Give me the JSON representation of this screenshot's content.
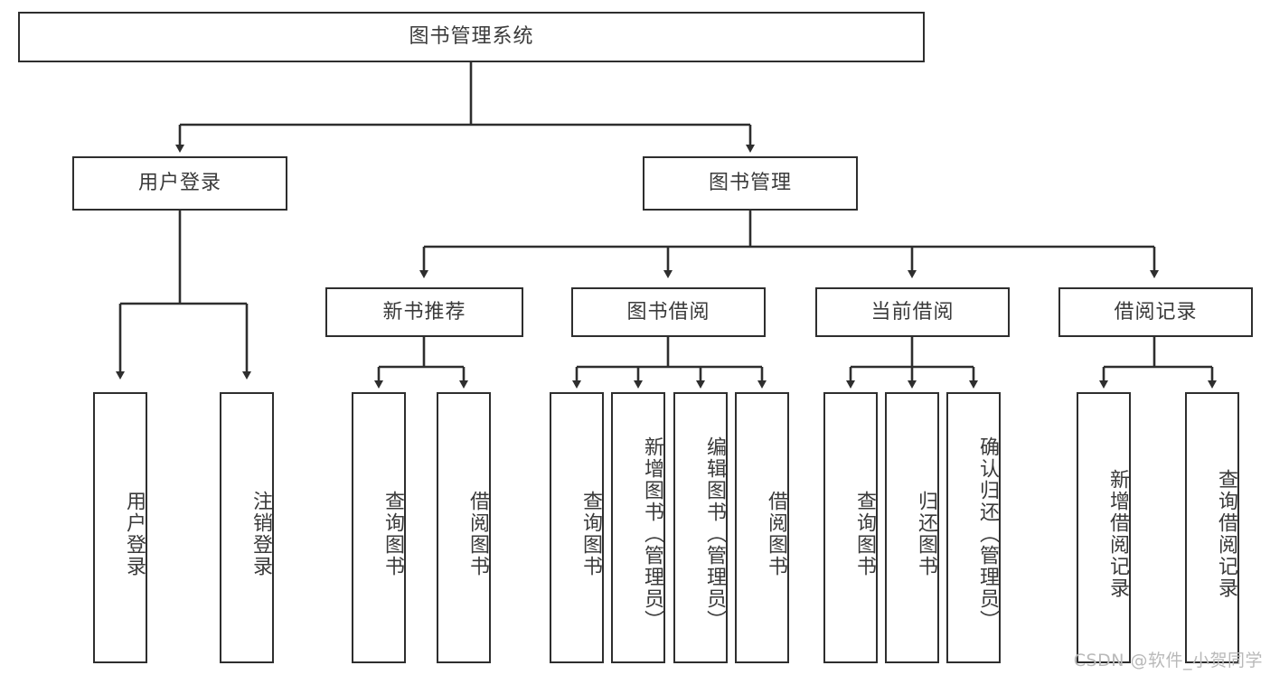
{
  "diagram": {
    "title": "图书管理系统",
    "watermark": "CSDN @软件_小贺同学",
    "colors": {
      "border": "#2e2e2e",
      "text": "#3a3a3a",
      "background": "#ffffff",
      "watermark": "#b9b9b9"
    },
    "root": {
      "label": "图书管理系统"
    },
    "level1": [
      {
        "label": "用户登录"
      },
      {
        "label": "图书管理"
      }
    ],
    "level2": [
      {
        "label": "新书推荐"
      },
      {
        "label": "图书借阅"
      },
      {
        "label": "当前借阅"
      },
      {
        "label": "借阅记录"
      }
    ],
    "leaves": {
      "user_login": [
        {
          "label": "用户登录"
        },
        {
          "label": "注销登录"
        }
      ],
      "new_book_recommend": [
        {
          "label": "查询图书"
        },
        {
          "label": "借阅图书"
        }
      ],
      "book_borrow": [
        {
          "label": "查询图书"
        },
        {
          "label": "新增图书（管理员）"
        },
        {
          "label": "编辑图书（管理员）"
        },
        {
          "label": "借阅图书"
        }
      ],
      "current_borrow": [
        {
          "label": "查询图书"
        },
        {
          "label": "归还图书"
        },
        {
          "label": "确认归还（管理员）"
        }
      ],
      "borrow_record": [
        {
          "label": "新增借阅记录"
        },
        {
          "label": "查询借阅记录"
        }
      ]
    }
  }
}
